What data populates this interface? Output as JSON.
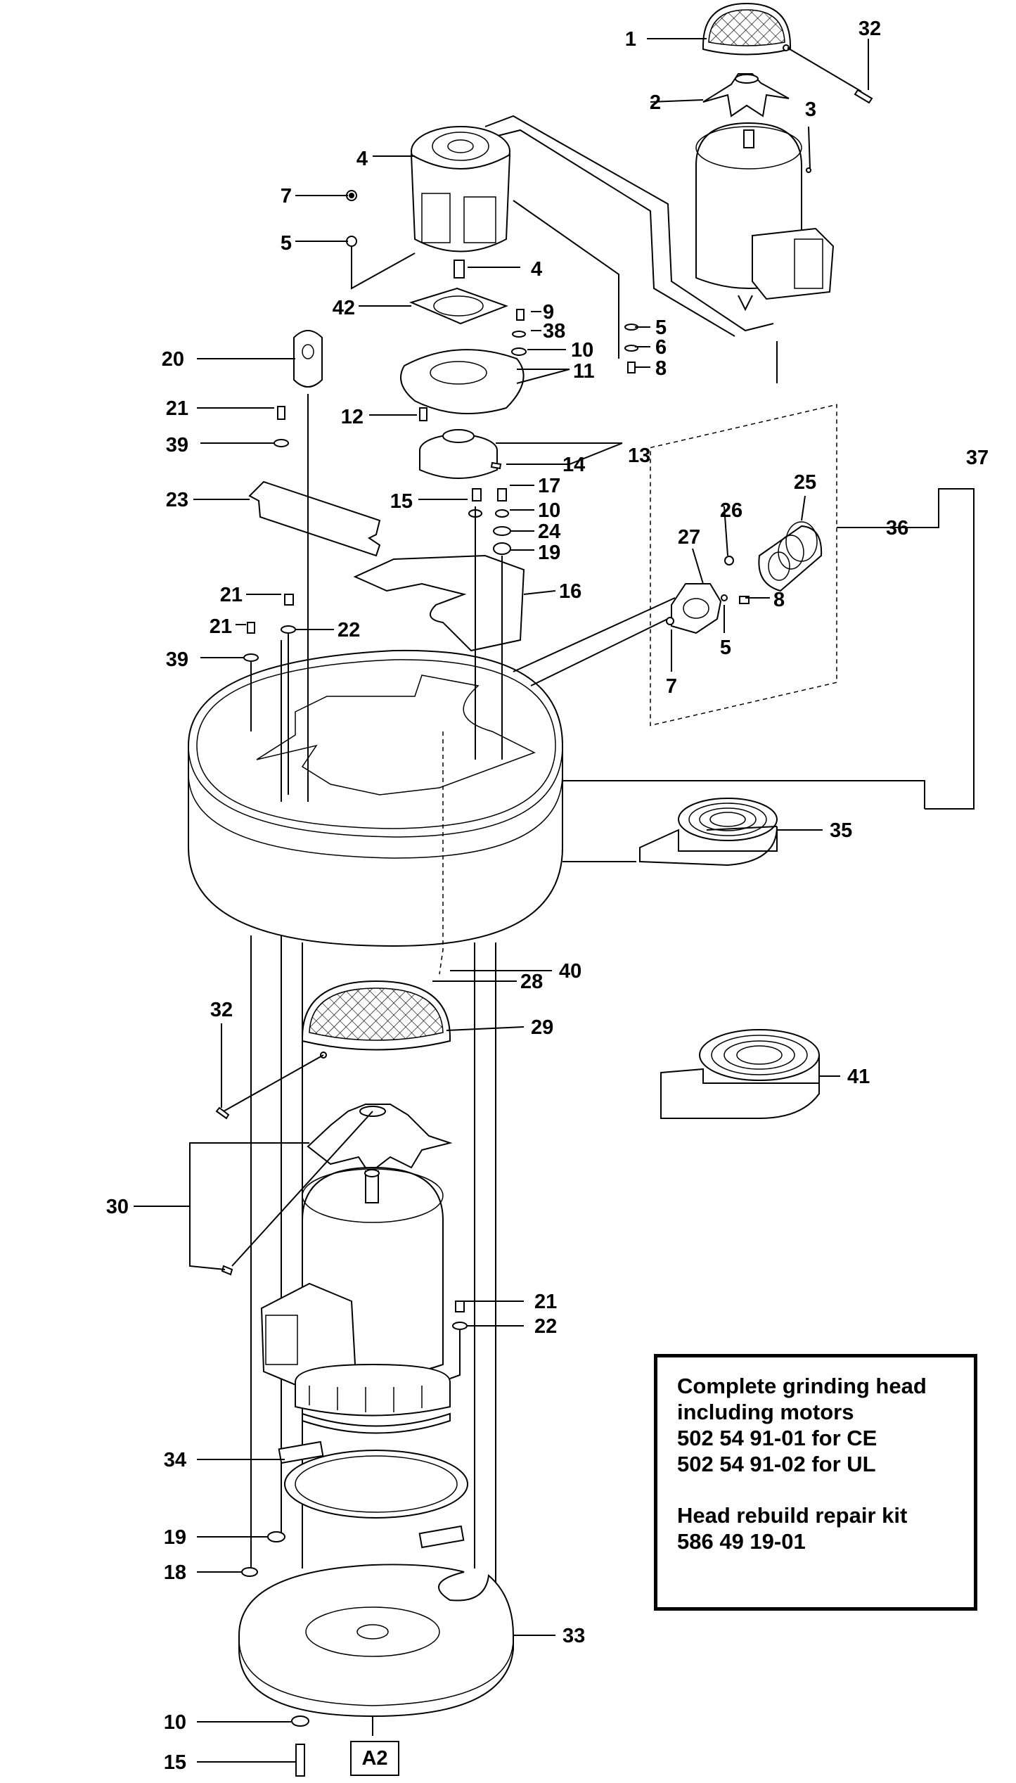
{
  "labels": {
    "l1": "1",
    "l2": "2",
    "l3": "3",
    "l4a": "4",
    "l4b": "4",
    "l5a": "5",
    "l5b": "5",
    "l5c": "5",
    "l6": "6",
    "l7a": "7",
    "l7b": "7",
    "l8a": "8",
    "l8b": "8",
    "l9": "9",
    "l10a": "10",
    "l10b": "10",
    "l10c": "10",
    "l11": "11",
    "l12": "12",
    "l13": "13",
    "l14": "14",
    "l15a": "15",
    "l15b": "15",
    "l16": "16",
    "l17": "17",
    "l18": "18",
    "l19a": "19",
    "l19b": "19",
    "l20": "20",
    "l21a": "21",
    "l21b": "21",
    "l21c": "21",
    "l21d": "21",
    "l22a": "22",
    "l22b": "22",
    "l23": "23",
    "l24": "24",
    "l25": "25",
    "l26": "26",
    "l27": "27",
    "l28": "28",
    "l29": "29",
    "l30": "30",
    "l32a": "32",
    "l32b": "32",
    "l33": "33",
    "l34": "34",
    "l35": "35",
    "l36": "36",
    "l37": "37",
    "l38": "38",
    "l39a": "39",
    "l39b": "39",
    "l40": "40",
    "l41": "41",
    "l42": "42"
  },
  "note": {
    "line1": "Complete grinding head",
    "line2": "including motors",
    "line3": "502 54 91-01 for CE",
    "line4": "502 54 91-02 for UL",
    "line5": "Head rebuild repair kit",
    "line6": "586 49 19-01"
  },
  "reference": "A2"
}
